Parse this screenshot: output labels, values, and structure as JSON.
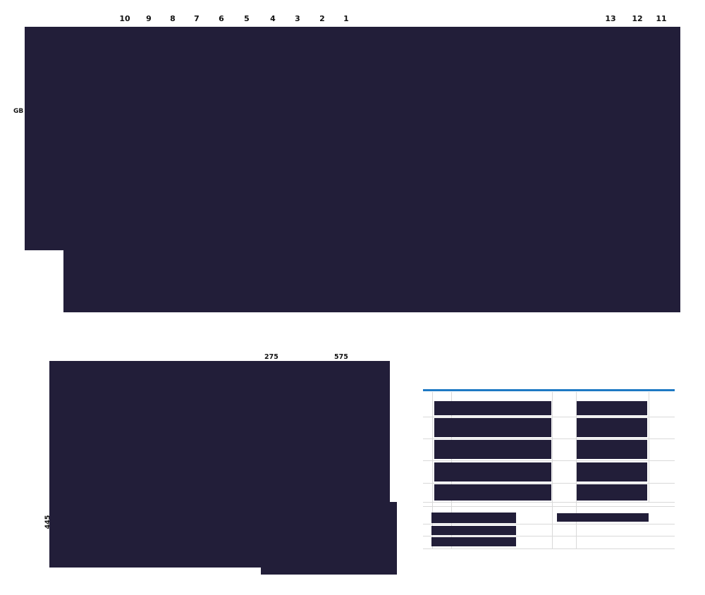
{
  "colors": {
    "drawing_fill": "#221e39",
    "accent_blue": "#1e79c4",
    "grid_line": "#d9d9d9",
    "text": "#111111",
    "background": "#ffffff"
  },
  "plan": {
    "grid_labels": [
      "10",
      "9",
      "8",
      "7",
      "6",
      "5",
      "4",
      "3",
      "2",
      "1",
      "13",
      "12",
      "11"
    ],
    "row_label": "GB"
  },
  "detail": {
    "dim_top_left": "275",
    "dim_top_right": "575",
    "dim_left_vertical": "445"
  }
}
